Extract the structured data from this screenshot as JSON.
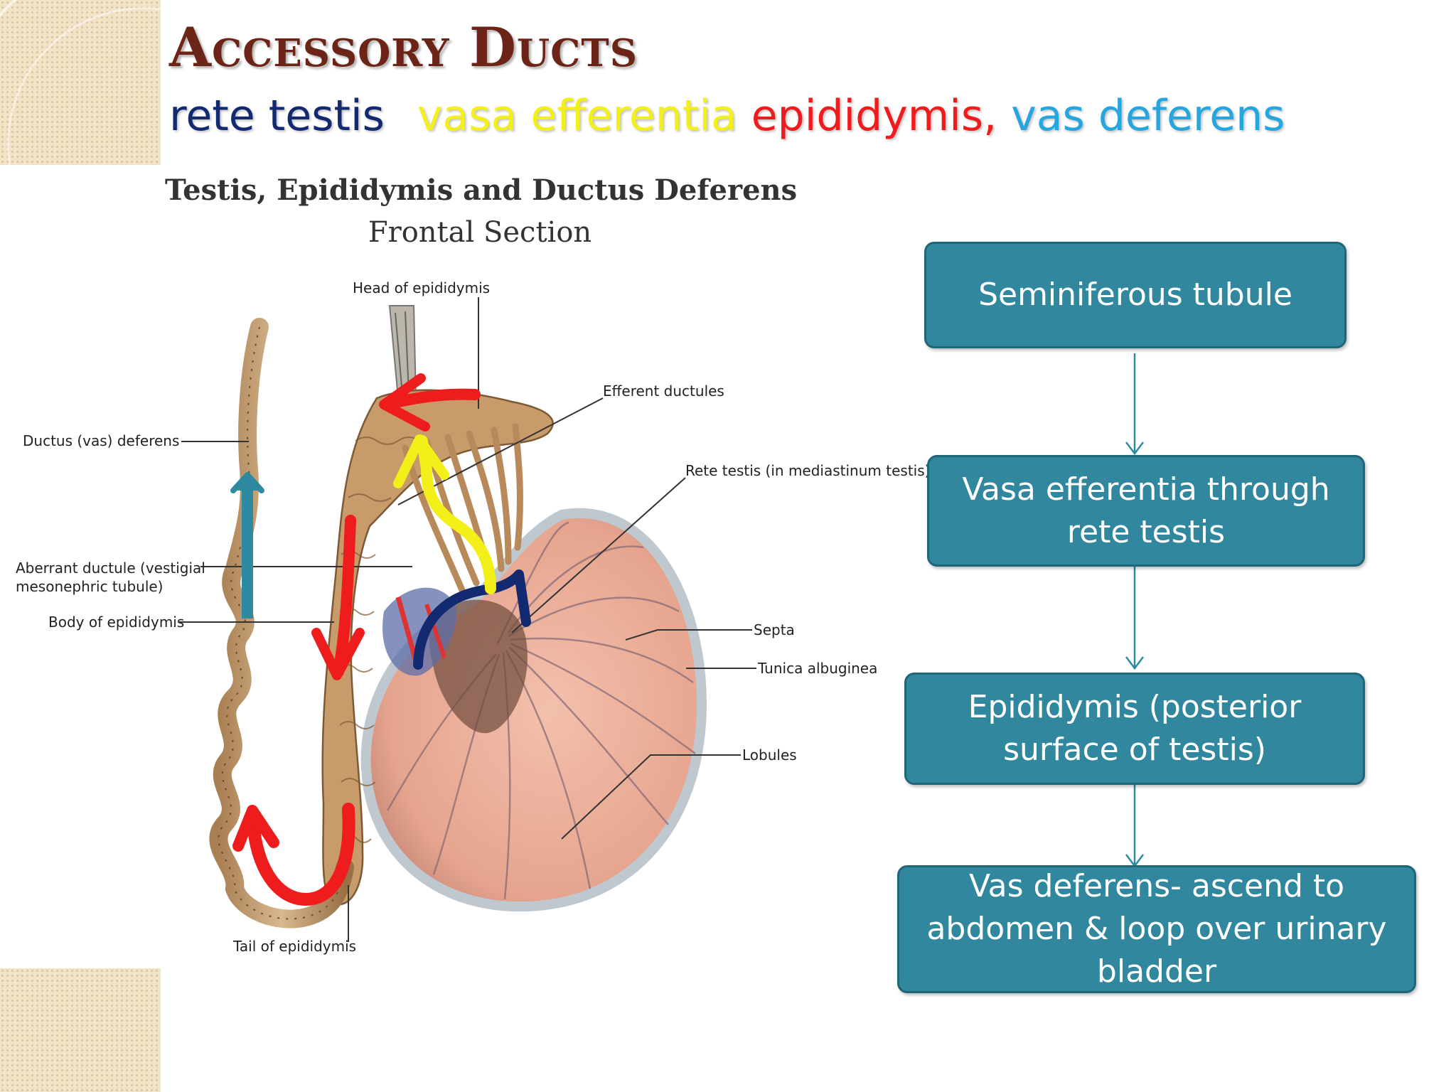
{
  "slide": {
    "title": "Accessory Ducts",
    "subtitle": {
      "parts": [
        "rete testis",
        "vasa efferentia",
        "epididymis",
        ",",
        "vas deferens"
      ]
    }
  },
  "figure": {
    "title": "Testis, Epididymis and Ductus Deferens",
    "subtitle": "Frontal Section",
    "labels": {
      "head_of_epididymis": "Head of epididymis",
      "efferent_ductules": "Efferent ductules",
      "ductus_deferens": "Ductus (vas) deferens",
      "rete_testis": "Rete testis (in mediastinum testis)",
      "aberrant_ductule_line1": "Aberrant ductule (vestigial",
      "aberrant_ductule_line2": "mesonephric tubule)",
      "body_of_epididymis": "Body of epididymis",
      "septa": "Septa",
      "tunica_albuginea": "Tunica albuginea",
      "lobules": "Lobules",
      "tail_of_epididymis": "Tail of epididymis"
    },
    "arrow_colors": {
      "rete_testis": "#142a70",
      "vasa_efferentia": "#f2ef19",
      "epididymis": "#ee1c1c",
      "vas_deferens": "#2e8aa0"
    }
  },
  "flowchart": {
    "steps": [
      {
        "lines": [
          "Seminiferous tubule"
        ]
      },
      {
        "lines": [
          "Vasa efferentia through",
          "rete testis"
        ]
      },
      {
        "lines": [
          "Epididymis (posterior",
          "surface of testis)"
        ]
      },
      {
        "lines": [
          "Vas deferens- ascend to",
          "abdomen & loop over urinary",
          "bladder"
        ]
      }
    ],
    "box_color": "#31879d",
    "arrow_color": "#2e8aa0"
  }
}
